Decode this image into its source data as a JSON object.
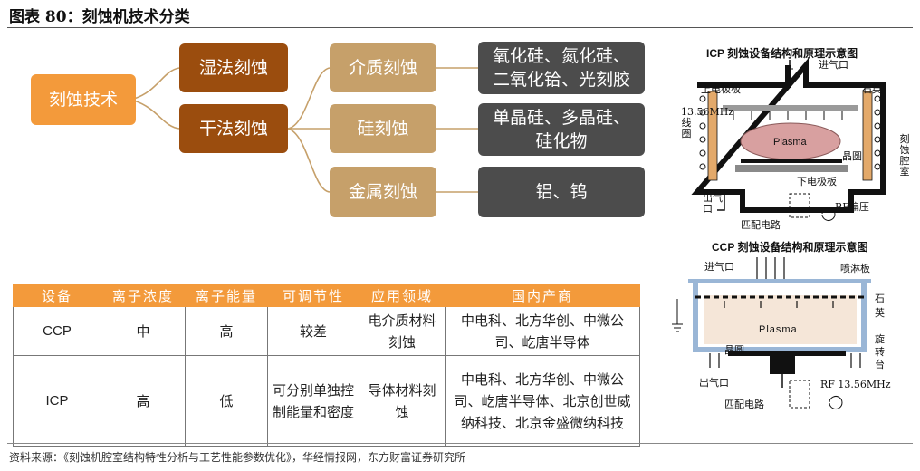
{
  "header": {
    "title": "图表 80：刻蚀机技术分类"
  },
  "tree": {
    "root": "刻蚀技术",
    "wet": "湿法刻蚀",
    "dry": "干法刻蚀",
    "dielectric": "介质刻蚀",
    "silicon": "硅刻蚀",
    "metal": "金属刻蚀",
    "dielectric_materials": "氧化硅、氮化硅、二氧化铪、光刻胶",
    "silicon_materials": "单晶硅、多晶硅、硅化物",
    "metal_materials": "铝、钨"
  },
  "table": {
    "headers": [
      "设备",
      "离子浓度",
      "离子能量",
      "可调节性",
      "应用领域",
      "国内产商"
    ],
    "rows": [
      [
        "CCP",
        "中",
        "高",
        "较差",
        "电介质材料刻蚀",
        "中电科、北方华创、中微公司、屹唐半导体"
      ],
      [
        "ICP",
        "高",
        "低",
        "可分别单独控制能量和密度",
        "导体材料刻蚀",
        "中电科、北方华创、中微公司、屹唐半导体、北京创世威纳科技、北京金盛微纳科技"
      ]
    ]
  },
  "icp_diagram": {
    "title": "ICP 刻蚀设备结构和原理示意图",
    "gas_in": "进气口",
    "upper_plate": "上电极板",
    "quartz": "石英",
    "coil": "13.56MHz线圈",
    "plasma": "Plasma",
    "wafer": "晶圆",
    "chamber": "刻蚀腔室",
    "lower_plate": "下电极板",
    "gas_out": "出气口",
    "match": "匹配电路",
    "rf_bias": "RF偏压"
  },
  "ccp_diagram": {
    "title": "CCP 刻蚀设备结构和原理示意图",
    "gas_in": "进气口",
    "showerhead": "喷淋板",
    "quartz": "石英",
    "plasma": "Plasma",
    "wafer": "晶圆",
    "rotary": "旋转台",
    "gas_out": "出气口",
    "rf": "RF 13.56MHz",
    "match": "匹配电路"
  },
  "footer": {
    "source": "资料来源：《刻蚀机腔室结构特性分析与工艺性能参数优化》，华经情报网，东方财富证券研究所"
  }
}
